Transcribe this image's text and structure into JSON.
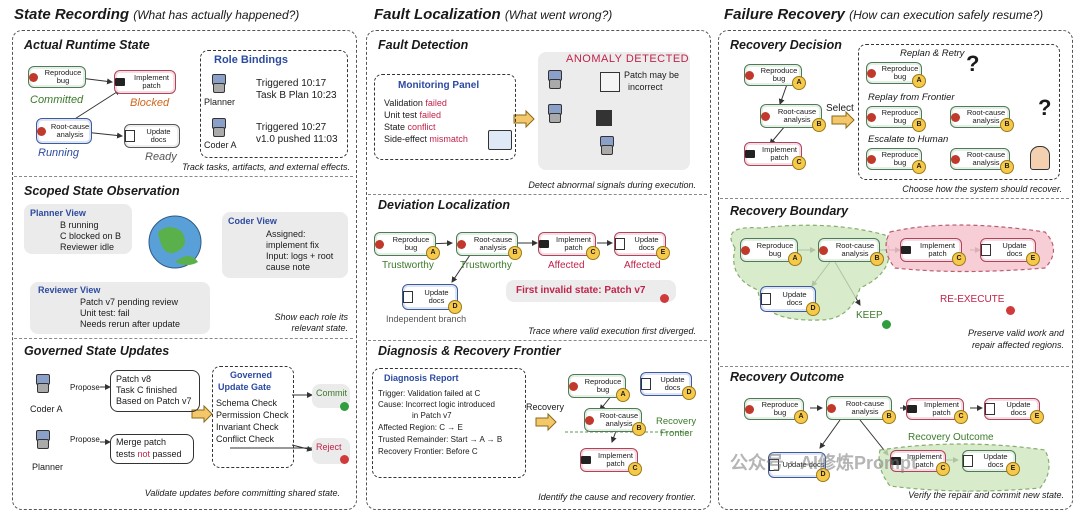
{
  "columns": {
    "state": {
      "title": "State Recording",
      "subtitle": "(What has actually happened?)"
    },
    "fault": {
      "title": "Fault Localization",
      "subtitle": "(What went wrong?)"
    },
    "recovery": {
      "title": "Failure Recovery",
      "subtitle": "(How can execution safely resume?)"
    }
  },
  "s1": {
    "title": "Actual Runtime State",
    "nodes": {
      "reproduce": "Reproduce bug",
      "implement": "Implement patch",
      "rootcause": "Root-cause analysis",
      "update": "Update docs"
    },
    "labels": {
      "committed": "Committed",
      "blocked": "Blocked",
      "running": "Running",
      "ready": "Ready"
    },
    "bindings": {
      "title": "Role Bindings",
      "planner": "Planner",
      "coder": "Coder A",
      "p1": "Triggered  10:17",
      "p2": "Task B Plan 10:23",
      "c1": "Triggered  10:27",
      "c2": "v1.0 pushed 11:03"
    },
    "caption": "Track tasks, artifacts, and external effects."
  },
  "s2": {
    "title": "Scoped State Observation",
    "planner": {
      "title": "Planner View",
      "l1": "B running",
      "l2": "C blocked on B",
      "l3": "Reviewer idle"
    },
    "coder": {
      "title": "Coder View",
      "l1": "Assigned:",
      "l2": "implement fix",
      "l3": "Input: logs + root",
      "l4": "cause note"
    },
    "reviewer": {
      "title": "Reviewer View",
      "l1": "Patch v7 pending review",
      "l2": "Unit test: fail",
      "l3": "Needs rerun after update"
    },
    "caption1": "Show each role its",
    "caption2": "relevant state."
  },
  "s3": {
    "title": "Governed State Updates",
    "coder": "Coder A",
    "planner": "Planner",
    "propose": "Propose",
    "c1": "Patch v8",
    "c2": "Task C finished",
    "c3": "Based on Patch v7",
    "p1": "Merge patch",
    "p2a": "tests ",
    "p2b": "not",
    "p2c": " passed",
    "gate": {
      "t1": "Governed",
      "t2": "Update Gate",
      "c1": "Schema Check",
      "c2": "Permission Check",
      "c3": "Invariant Check",
      "c4": "Conflict Check"
    },
    "commit": "Commit",
    "reject": "Reject",
    "caption": "Validate updates before committing shared state."
  },
  "f1": {
    "title": "Fault Detection",
    "panel": "Monitoring Panel",
    "l1a": "Validation ",
    "l1b": "failed",
    "l2a": "Unit test ",
    "l2b": "failed",
    "l3a": "State ",
    "l3b": "conflict",
    "l4a": "Side-effect ",
    "l4b": "mismatch",
    "anomaly": "ANOMALY DETECTED",
    "note1": "Patch may be",
    "note2": "incorrect",
    "caption": "Detect abnormal signals during execution."
  },
  "f2": {
    "title": "Deviation Localization",
    "trust1": "Trustworthy",
    "trust2": "Trustworthy",
    "aff1": "Affected",
    "aff2": "Affected",
    "indep": "Independent branch",
    "first": "First invalid state: Patch v7",
    "caption": "Trace where valid execution first diverged."
  },
  "f3": {
    "title": "Diagnosis & Recovery Frontier",
    "report": "Diagnosis Report",
    "r1": "Trigger: Validation failed at C",
    "r2": "Cause: Incorrect logic introduced",
    "r3": "in Patch v7",
    "r4": "Affected Region: C → E",
    "r5": "Trusted Remainder: Start → A → B",
    "r6": "Recovery Frontier: Before C",
    "recovery": "Recovery",
    "frontier1": "Recovery",
    "frontier2": "Frontier",
    "caption": "Identify the cause and recovery frontier."
  },
  "r1": {
    "title": "Recovery Decision",
    "select": "Select",
    "o1": "Replan & Retry",
    "o2": "Replay from Frontier",
    "o3": "Escalate to Human",
    "q": "?",
    "caption": "Choose how the system should recover."
  },
  "r2": {
    "title": "Recovery Boundary",
    "keep": "KEEP",
    "reexec": "RE-EXECUTE",
    "caption1": "Preserve valid work and",
    "caption2": "repair affected regions."
  },
  "r3": {
    "title": "Recovery Outcome",
    "outcome": "Recovery Outcome",
    "watermark": "公众号 · AI修炼Prompt",
    "caption": "Verify the repair and commit new state."
  },
  "letters": {
    "a": "A",
    "b": "B",
    "c": "C",
    "d": "D",
    "e": "E"
  },
  "colors": {
    "green": "#4e7a55",
    "red": "#b0435a",
    "blue": "#3d5a9a",
    "accent": "#c0234a"
  }
}
